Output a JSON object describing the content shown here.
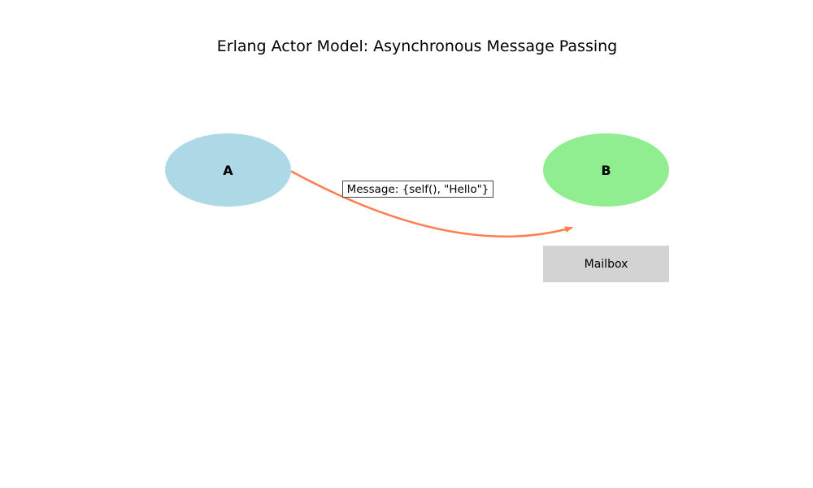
{
  "diagram": {
    "title": "Erlang Actor Model: Asynchronous Message Passing",
    "actors": [
      {
        "label": "A",
        "color": "#ADD8E6"
      },
      {
        "label": "B",
        "color": "#90EE90"
      }
    ],
    "message": {
      "label": "Message: {self(), \"Hello\"}",
      "curve_color": "#FF7F50"
    },
    "mailbox": {
      "label": "Mailbox",
      "color": "#D3D3D3"
    },
    "colors": {
      "background": "#FFFFFF",
      "text": "#000000",
      "label_box_border": "#4A4A4A",
      "label_box_bg": "#FFFFFF"
    }
  }
}
